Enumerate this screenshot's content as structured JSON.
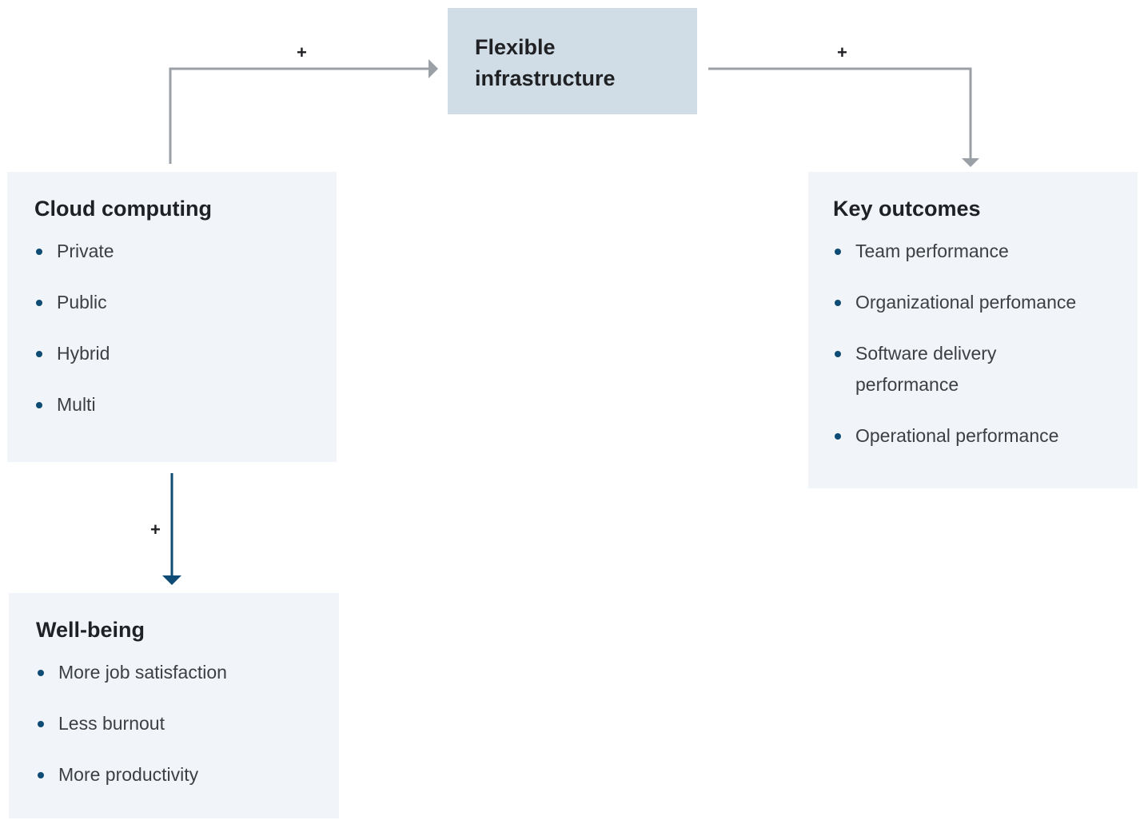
{
  "nodes": {
    "flexible_infrastructure": {
      "title": "Flexible infrastructure"
    },
    "cloud_computing": {
      "title": "Cloud computing",
      "items": [
        "Private",
        "Public",
        "Hybrid",
        "Multi"
      ]
    },
    "key_outcomes": {
      "title": "Key outcomes",
      "items": [
        "Team performance",
        "Organizational perfomance",
        "Software delivery performance",
        "Operational performance"
      ]
    },
    "well_being": {
      "title": "Well-being",
      "items": [
        "More job satisfaction",
        "Less burnout",
        "More productivity"
      ]
    }
  },
  "edges": [
    {
      "from": "Cloud computing",
      "to": "Flexible infrastructure",
      "label": "+"
    },
    {
      "from": "Flexible infrastructure",
      "to": "Key outcomes",
      "label": "+"
    },
    {
      "from": "Cloud computing",
      "to": "Well-being",
      "label": "+"
    }
  ],
  "colors": {
    "box_background": "#f1f5f9",
    "highlight_box_background": "#d0dde6",
    "gray_connector": "#9aa0a6",
    "blue_connector": "#0f4c75",
    "bullet": "#0f4c75"
  }
}
